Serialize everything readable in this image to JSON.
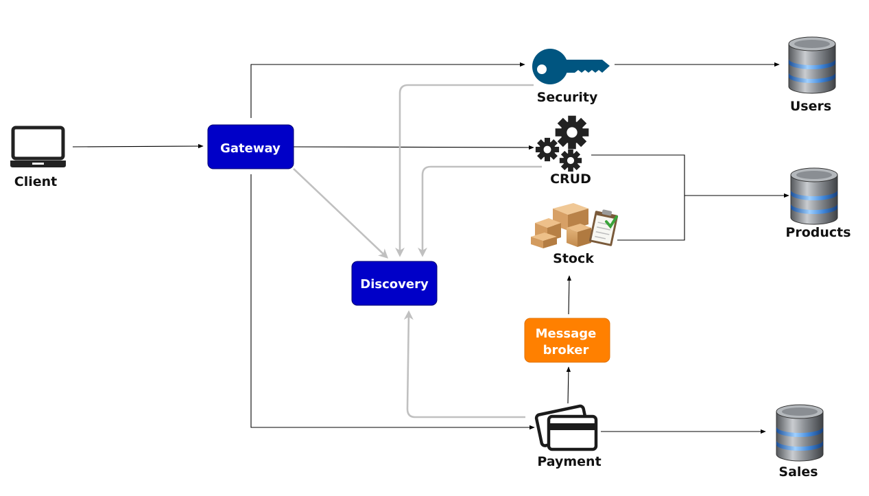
{
  "nodes": {
    "client": {
      "label": "Client",
      "icon": "computer-icon"
    },
    "gateway": {
      "label": "Gateway"
    },
    "discovery": {
      "label": "Discovery"
    },
    "security": {
      "label": "Security",
      "icon": "key-icon"
    },
    "crud": {
      "label": "CRUD",
      "icon": "gears-icon"
    },
    "stock": {
      "label": "Stock",
      "icon": "boxes-clipboard-icon"
    },
    "message_broker": {
      "label_line1": "Message",
      "label_line2": "broker"
    },
    "payment": {
      "label": "Payment",
      "icon": "credit-cards-icon"
    },
    "users_db": {
      "label": "Users",
      "icon": "database-icon"
    },
    "products_db": {
      "label": "Products",
      "icon": "database-icon"
    },
    "sales_db": {
      "label": "Sales",
      "icon": "database-icon"
    }
  },
  "colors": {
    "service_box": "#0000c8",
    "broker_box": "#ff8000",
    "key": "#005580",
    "call_arrow": "#000000",
    "registration_arrow": "#c0c0c0"
  }
}
